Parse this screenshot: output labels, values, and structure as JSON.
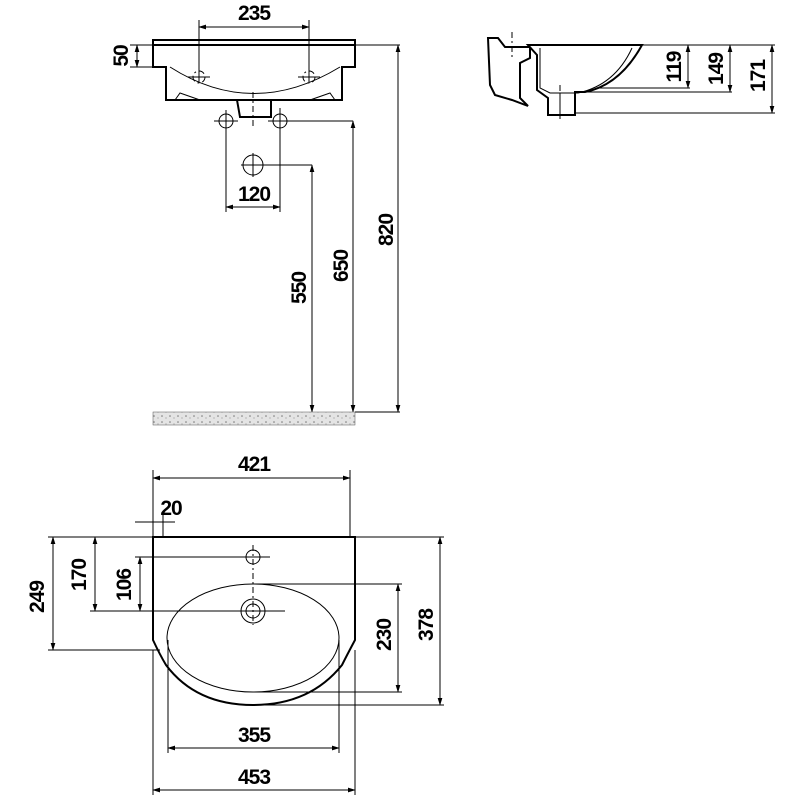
{
  "front_view": {
    "tap_spacing": "235",
    "rim_height": "50",
    "pipe_spacing": "120",
    "drain_height": "550",
    "supply_height": "650",
    "total_height": "820"
  },
  "side_view": {
    "bowl_depth": "119",
    "outlet_depth": "149",
    "total_depth": "171"
  },
  "top_view": {
    "width_back": "421",
    "edge_offset": "20",
    "drain_from_back": "170",
    "tap_to_drain": "106",
    "back_to_ledge": "249",
    "bowl_length": "230",
    "overall_depth": "378",
    "bowl_width": "355",
    "overall_width": "453"
  },
  "colors": {
    "line": "#000000",
    "floor": "#d8d8d8"
  }
}
